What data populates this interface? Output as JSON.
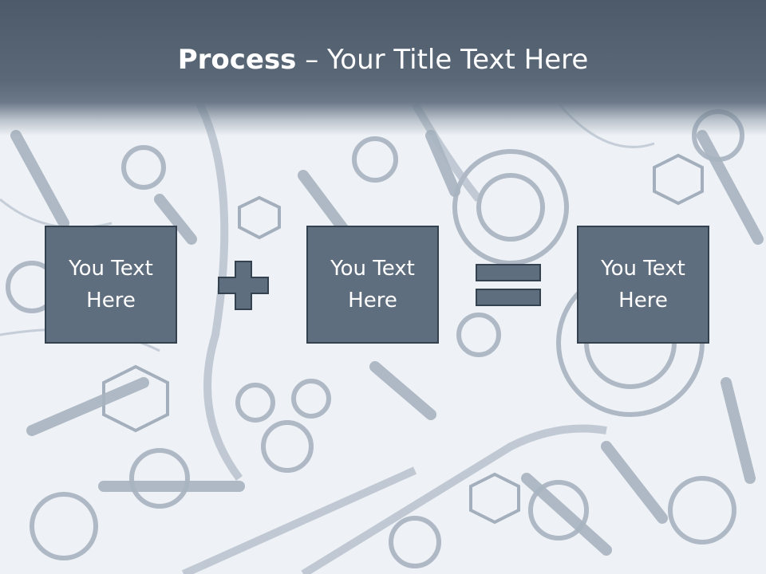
{
  "slide": {
    "title_bold": "Process",
    "title_rest": " – Your Title Text Here",
    "boxes": [
      {
        "text": "You Text Here"
      },
      {
        "text": "You Text Here"
      },
      {
        "text": "You Text Here"
      }
    ],
    "operators": [
      "plus-icon",
      "equals-icon"
    ],
    "colors": {
      "title_band": "#56657a",
      "box_fill": "#5f6e7e",
      "box_border": "#34414f",
      "text": "#ffffff",
      "background": "#eef1f5"
    }
  }
}
